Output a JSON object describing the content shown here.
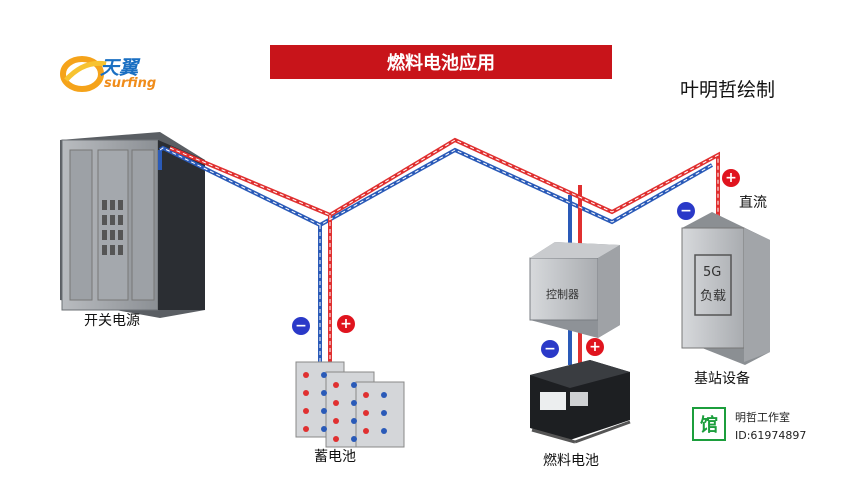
{
  "logo": {
    "cn": "天翼",
    "en": "surfing"
  },
  "title": "燃料电池应用",
  "author": "叶明哲绘制",
  "labels": {
    "switch_power": "开关电源",
    "battery": "蓄电池",
    "fuel_cell": "燃料电池",
    "base_station": "基站设备",
    "dc": "直流",
    "controller": "控制器",
    "load_5g": "5G",
    "load_text": "负载"
  },
  "signs": {
    "negative": "−",
    "positive": "+"
  },
  "studio": {
    "badge": "馆",
    "name": "明哲工作室",
    "id": "ID:61974897"
  },
  "colors": {
    "title_bg": "#c8141a",
    "negative_wire": "#2a5ab8",
    "positive_wire": "#e03030"
  }
}
